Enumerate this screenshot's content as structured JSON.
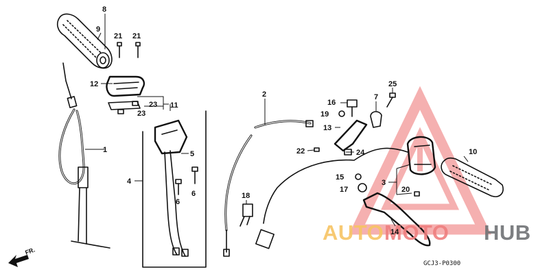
{
  "diagram": {
    "figure_code": "GCJ3-P0300",
    "direction_label": "FR.",
    "callouts": {
      "c1": "1",
      "c2": "2",
      "c3": "3",
      "c4": "4",
      "c5": "5",
      "c6a": "6",
      "c6b": "6",
      "c7": "7",
      "c8": "8",
      "c9": "9",
      "c10": "10",
      "c11": "11",
      "c12": "12",
      "c13": "13",
      "c14": "14",
      "c15": "15",
      "c16": "16",
      "c17": "17",
      "c18": "18",
      "c19": "19",
      "c20": "20",
      "c21a": "21",
      "c21b": "21",
      "c22": "22",
      "c23a": "23",
      "c23b": "23",
      "c24": "24",
      "c25": "25"
    }
  },
  "watermark": {
    "part1": "AUTO",
    "part2": "MOTO",
    "part3": "HUB",
    "color_part1": "#f7c463",
    "color_part2": "#ef7f7f",
    "color_part3": "#6f7275",
    "triangle_color": "#f4a3a3"
  }
}
